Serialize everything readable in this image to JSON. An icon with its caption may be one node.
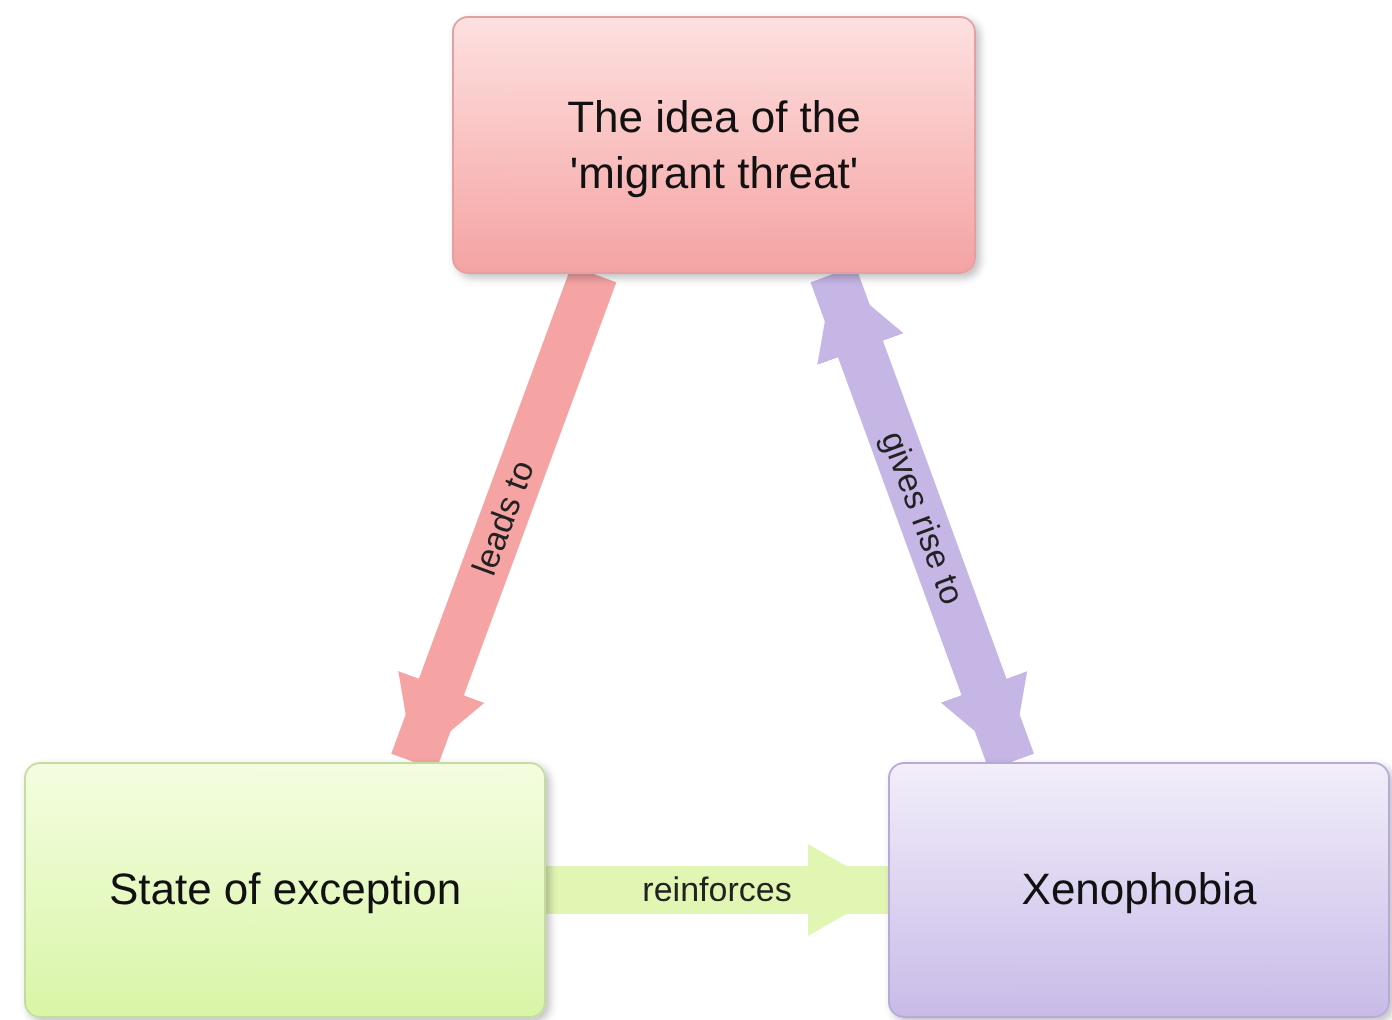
{
  "diagram": {
    "nodes": [
      {
        "text": [
          "The idea of the 'migrant threat'"
        ]
      },
      {
        "text": [
          "State of exception"
        ]
      },
      {
        "text": [
          "Xenophobia"
        ]
      }
    ],
    "edges": [
      {
        "from": 0,
        "to": 1,
        "arrow": "to",
        "label": "leads to",
        "color": "#f5a3a3"
      },
      {
        "from": 0,
        "to": 2,
        "arrow": "both",
        "label": "gives rise to",
        "color": "#c6b6e6"
      },
      {
        "from": 1,
        "to": 2,
        "arrow": "to",
        "label": "reinforces",
        "color": "#e2f6b4"
      }
    ]
  }
}
